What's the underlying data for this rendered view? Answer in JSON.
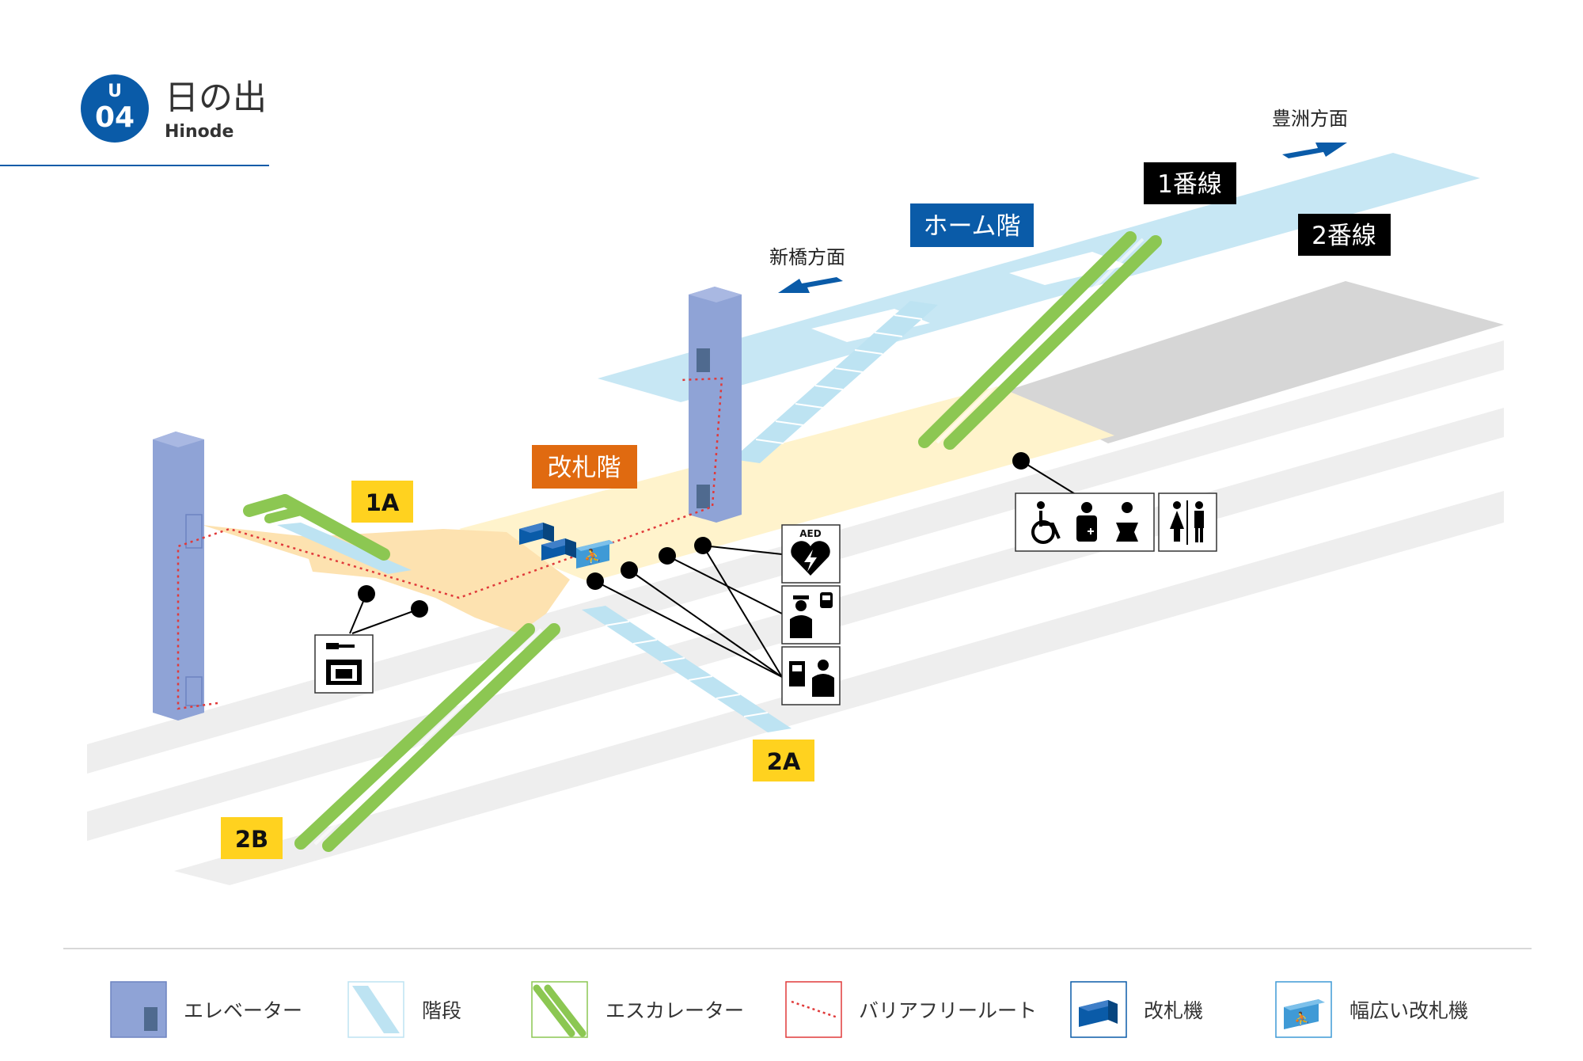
{
  "station": {
    "line_letter": "U",
    "number": "04",
    "name": "日の出",
    "roman": "Hinode",
    "badge_color": "#0a5ba8"
  },
  "directions": {
    "toyosu": "豊洲方面",
    "shimbashi": "新橋方面"
  },
  "floors": {
    "platform": "ホーム階",
    "platform_color": "#0a5ba8",
    "concourse": "改札階",
    "concourse_color": "#e06a10"
  },
  "platform_lines": {
    "line1": "1番線",
    "line2": "2番線"
  },
  "exits": {
    "e1A": "1A",
    "e2A": "2A",
    "e2B": "2B",
    "color": "#ffd21f"
  },
  "facility_icons": {
    "aed": "AED",
    "group1": [
      "wheelchair-icon",
      "ostomate-icon",
      "baby-changing-icon",
      "restroom-icon"
    ],
    "others": [
      "coin-locker-icon",
      "station-staff-icon",
      "ticket-machine-icon"
    ]
  },
  "legend": {
    "elevator": "エレベーター",
    "stairs": "階段",
    "escalator": "エスカレーター",
    "barrier_free": "バリアフリールート",
    "gate": "改札機",
    "wide_gate": "幅広い改札機"
  },
  "colors": {
    "elevator": "#8fa3d6",
    "stairs": "#bde3f2",
    "escalator": "#8cc752",
    "barrier_free": "#e03a3a",
    "gate": "#0a5ba8",
    "wide_gate": "#3f9ad6",
    "platform": "#c7e7f4",
    "concourse": "#fde2b0",
    "track": "#eeeeee"
  }
}
